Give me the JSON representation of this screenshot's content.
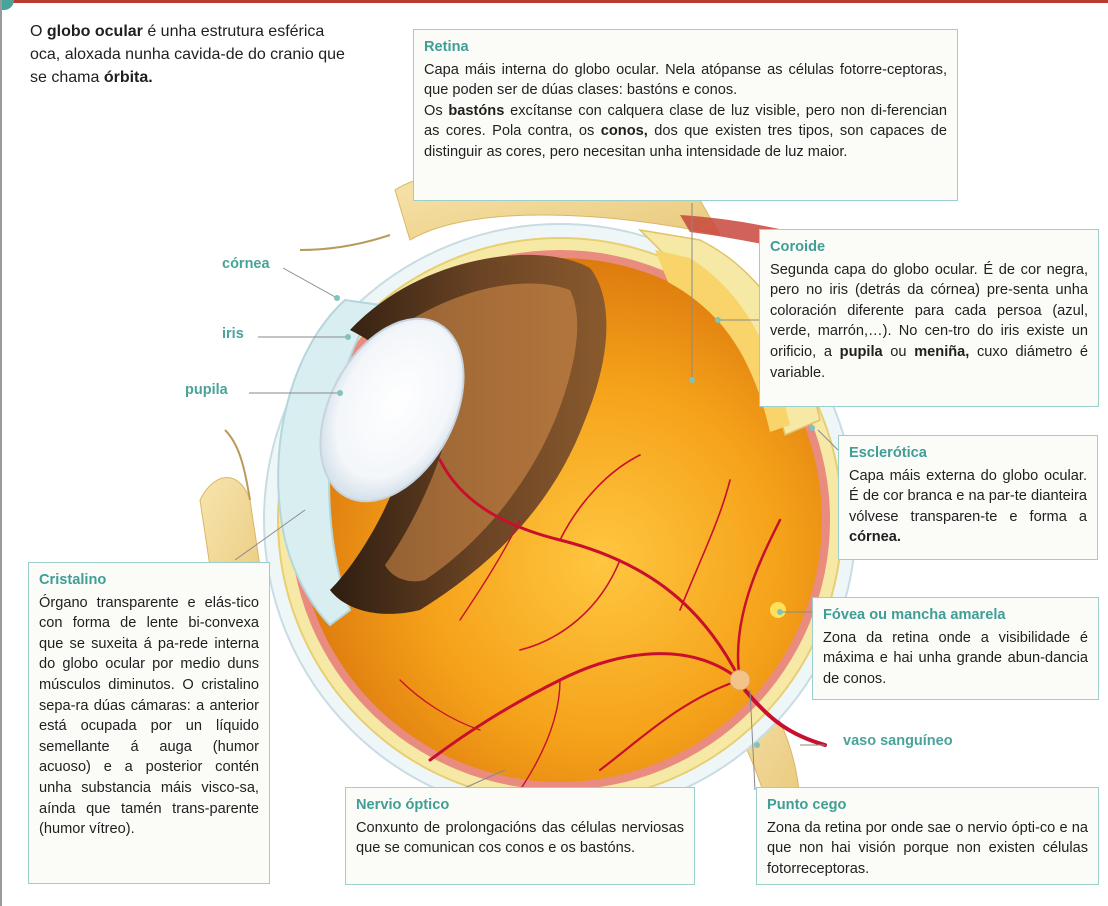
{
  "intro": {
    "text1": "O ",
    "bold1": "globo ocular",
    "text2": " é unha estrutura esférica oca, aloxada nunha cavida-de do cranio que se chama ",
    "bold2": "órbita."
  },
  "labels": {
    "cornea": "córnea",
    "iris": "iris",
    "pupila": "pupila",
    "vaso": "vaso sanguíneo"
  },
  "boxes": {
    "retina": {
      "title": "Retina",
      "p1": "Capa máis interna do globo ocular. Nela atópanse as células fotorre-ceptoras, que poden ser de dúas clases: bastóns e conos.",
      "p2a": "Os ",
      "p2b": "bastóns",
      "p2c": " excítanse con calquera clase de luz visible, pero non di-ferencian as cores. Pola contra, os ",
      "p2d": "conos,",
      "p2e": " dos que existen tres tipos, son capaces de distinguir as cores, pero necesitan unha intensidade de luz maior."
    },
    "coroide": {
      "title": "Coroide",
      "t1": "Segunda capa do globo ocular. É de cor negra, pero no iris (detrás da córnea) pre-senta unha coloración diferente para cada persoa (azul, verde, marrón,…). No cen-tro do iris existe un orificio, a ",
      "b1": "pupila",
      "t2": " ou ",
      "b2": "meniña,",
      "t3": " cuxo diámetro é variable."
    },
    "esclerotica": {
      "title": "Esclerótica",
      "t1": "Capa máis externa do globo ocular. É de cor branca e na par-te dianteira vólvese transparen-te e forma a ",
      "b1": "córnea."
    },
    "fovea": {
      "title": "Fóvea ou mancha amarela",
      "text": "Zona da retina onde a visibilidade é máxima e hai unha grande abun-dancia de conos."
    },
    "cristalino": {
      "title": "Cristalino",
      "text": "Órgano transparente e elás-tico con forma de lente bi-convexa que se suxeita á pa-rede interna do globo ocular por medio duns músculos diminutos. O cristalino sepa-ra dúas cámaras: a anterior está ocupada por un líquido semellante á auga (humor acuoso) e a posterior contén unha substancia máis visco-sa, aínda que tamén trans-parente (humor vítreo)."
    },
    "nervio": {
      "title": "Nervio óptico",
      "text": "Conxunto de prolongacións das células nerviosas que se comunican cos conos e os bastóns."
    },
    "punto": {
      "title": "Punto cego",
      "text": "Zona da retina por onde sae o nervio ópti-co e na que non hai visión porque non existen células fotorreceptoras."
    }
  },
  "colors": {
    "accent": "#4aa39a",
    "vitreous": "#e88e10",
    "iris": "#5a3a1e",
    "vessel": "#c8102e",
    "sclera": "#f3e6a0"
  }
}
